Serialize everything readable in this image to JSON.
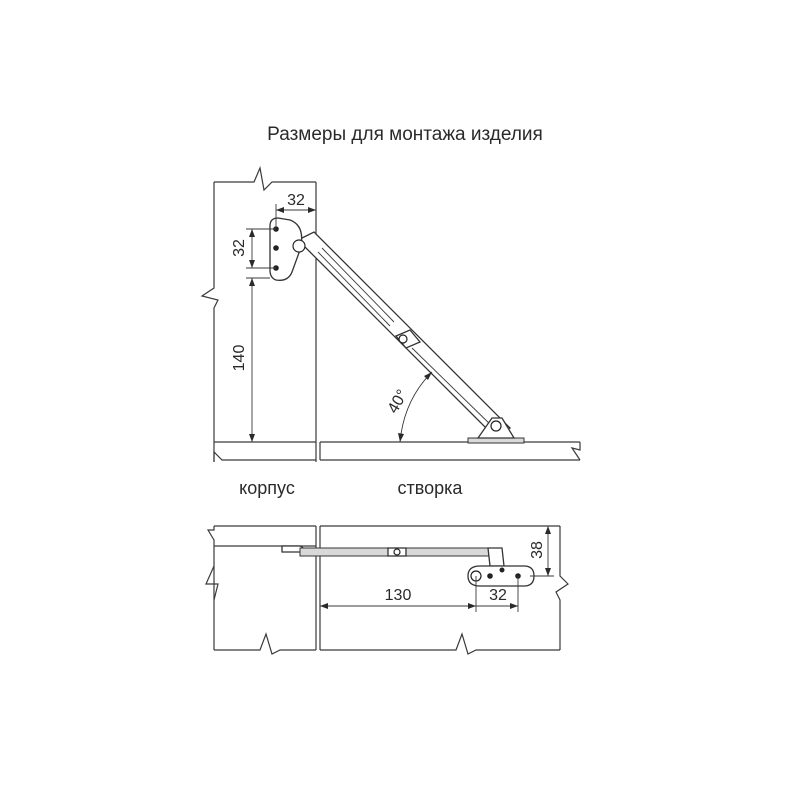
{
  "title": "Размеры для монтажа изделия",
  "labels": {
    "korpus": "корпус",
    "stvorka": "створка"
  },
  "dimensions": {
    "top_width": "32",
    "top_hole_spacing": "32",
    "vertical_offset": "140",
    "angle": "40°",
    "bottom_offset": "130",
    "bottom_hole_spacing": "32",
    "bottom_depth": "38"
  }
}
